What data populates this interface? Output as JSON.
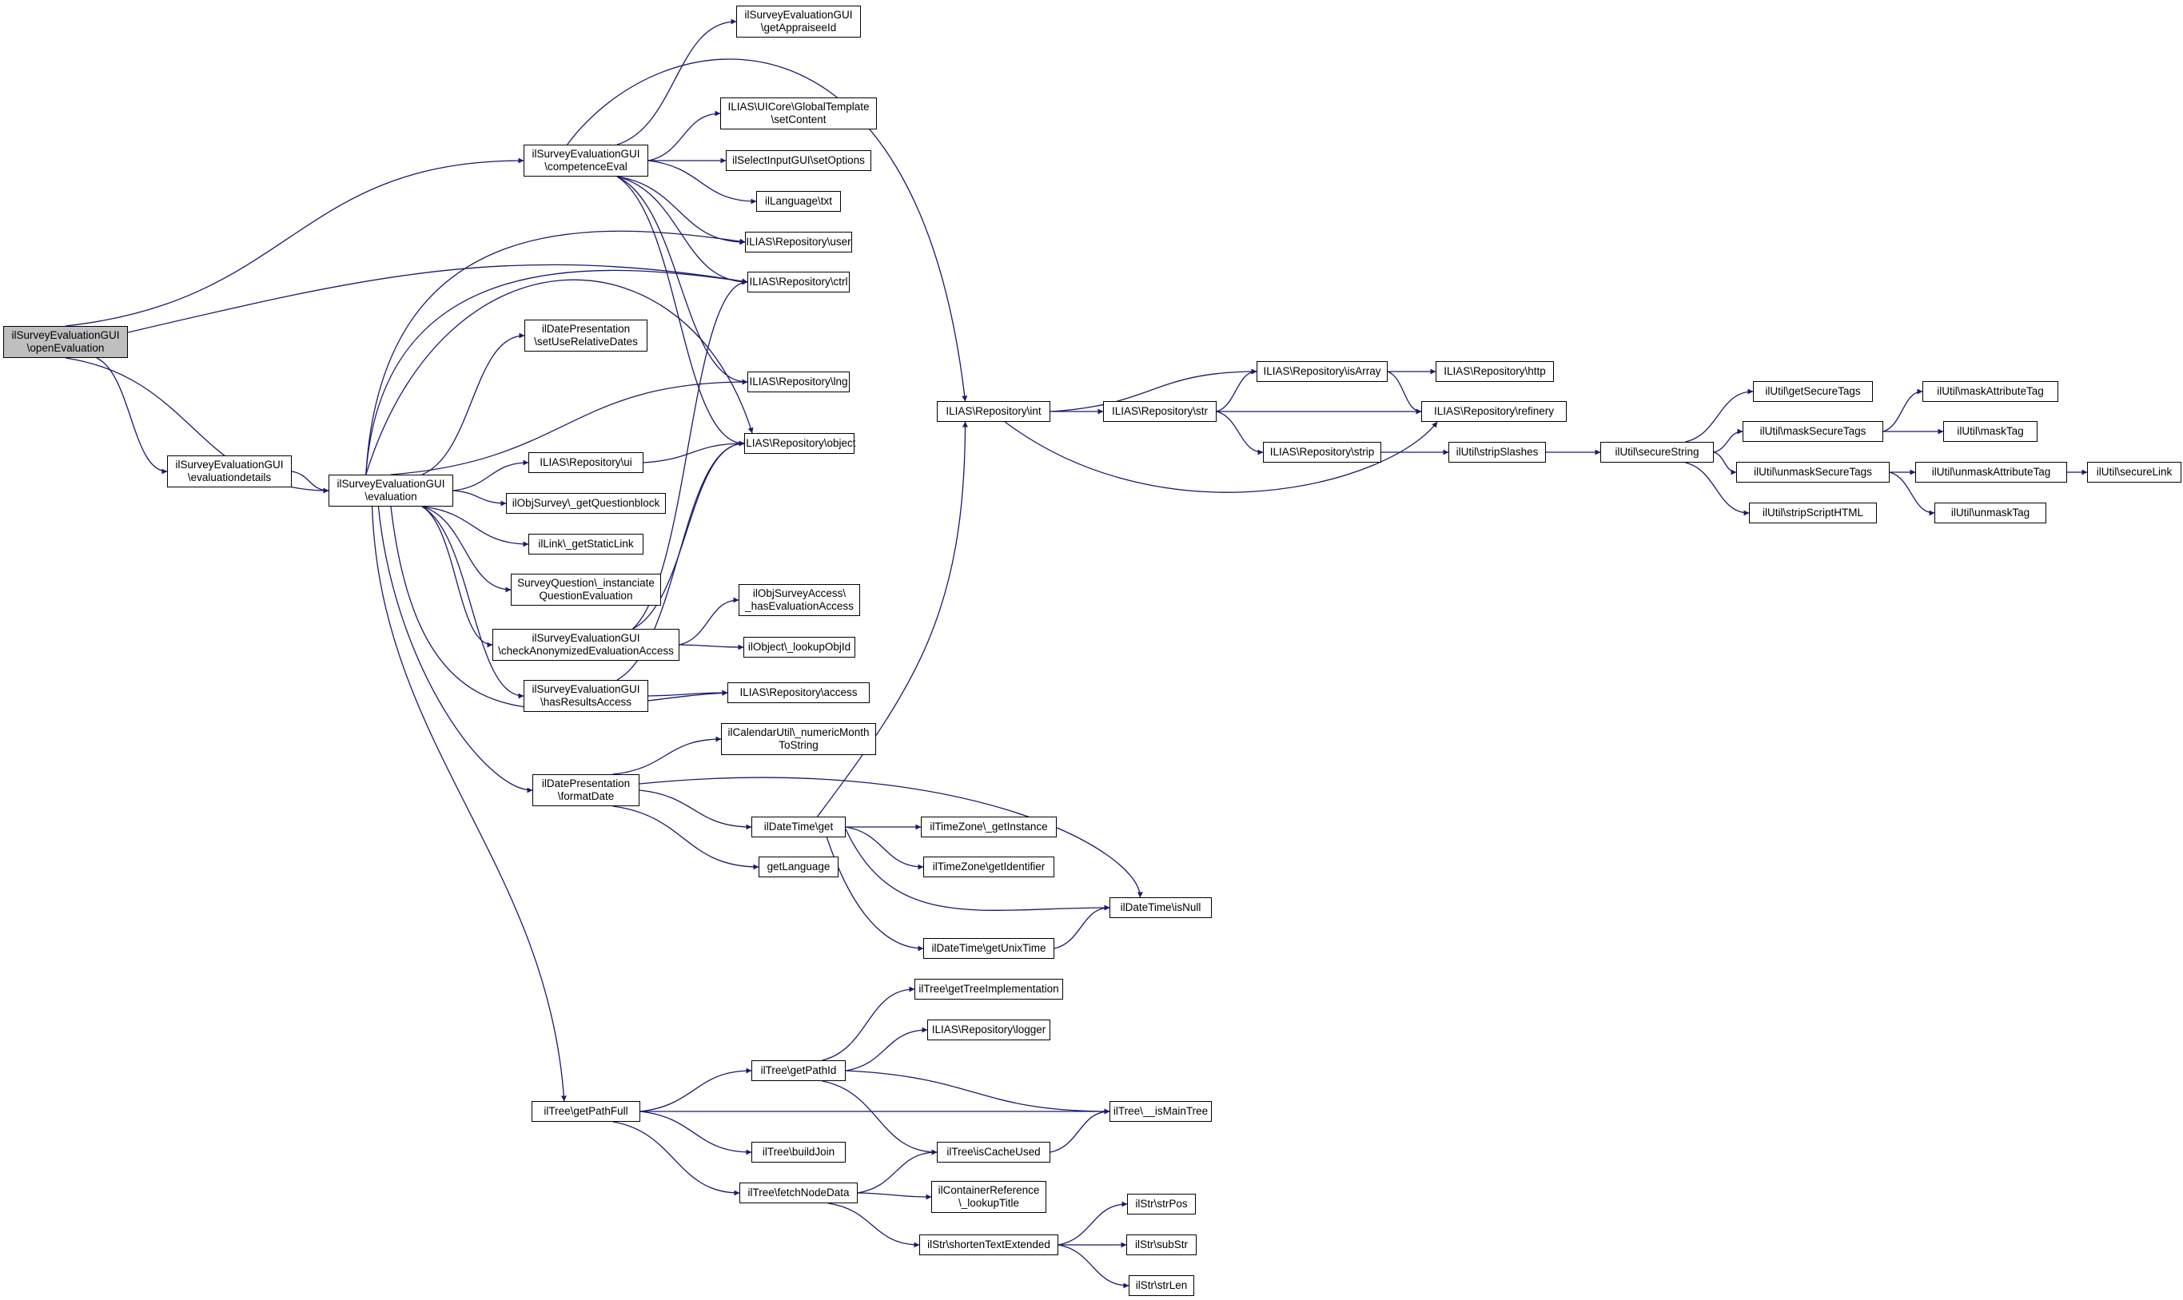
{
  "colors": {
    "edge": "#191970",
    "node_border": "#000000",
    "node_fill": "#ffffff",
    "root_fill": "#bfbfbf"
  },
  "nodes": [
    {
      "id": "openEvaluation",
      "lines": [
        "ilSurveyEvaluationGUI",
        "\\openEvaluation"
      ],
      "root": true
    },
    {
      "id": "evaluationdetails",
      "lines": [
        "ilSurveyEvaluationGUI",
        "\\evaluationdetails"
      ]
    },
    {
      "id": "evaluation",
      "lines": [
        "ilSurveyEvaluationGUI",
        "\\evaluation"
      ]
    },
    {
      "id": "competenceEval",
      "lines": [
        "ilSurveyEvaluationGUI",
        "\\competenceEval"
      ]
    },
    {
      "id": "getAppraiseeId",
      "lines": [
        "ilSurveyEvaluationGUI",
        "\\getAppraiseeId"
      ]
    },
    {
      "id": "setContent",
      "lines": [
        "ILIAS\\UICore\\GlobalTemplate",
        "\\setContent"
      ]
    },
    {
      "id": "setOptions",
      "lines": [
        "ilSelectInputGUI\\setOptions"
      ]
    },
    {
      "id": "txt",
      "lines": [
        "ilLanguage\\txt"
      ]
    },
    {
      "id": "user",
      "lines": [
        "ILIAS\\Repository\\user"
      ]
    },
    {
      "id": "ctrl",
      "lines": [
        "ILIAS\\Repository\\ctrl"
      ]
    },
    {
      "id": "setUseRelativeDates",
      "lines": [
        "ilDatePresentation",
        "\\setUseRelativeDates"
      ]
    },
    {
      "id": "lng",
      "lines": [
        "ILIAS\\Repository\\lng"
      ]
    },
    {
      "id": "object",
      "lines": [
        "ILIAS\\Repository\\object"
      ]
    },
    {
      "id": "ui",
      "lines": [
        "ILIAS\\Repository\\ui"
      ]
    },
    {
      "id": "getQuestionblock",
      "lines": [
        "ilObjSurvey\\_getQuestionblock"
      ]
    },
    {
      "id": "getStaticLink",
      "lines": [
        "ilLink\\_getStaticLink"
      ]
    },
    {
      "id": "instanciate",
      "lines": [
        "SurveyQuestion\\_instanciate",
        "QuestionEvaluation"
      ]
    },
    {
      "id": "checkAnon",
      "lines": [
        "ilSurveyEvaluationGUI",
        "\\checkAnonymizedEvaluationAccess"
      ]
    },
    {
      "id": "hasEvalAccess",
      "lines": [
        "ilObjSurveyAccess\\",
        "_hasEvaluationAccess"
      ]
    },
    {
      "id": "lookupObjId",
      "lines": [
        "ilObject\\_lookupObjId"
      ]
    },
    {
      "id": "hasResultsAccess",
      "lines": [
        "ilSurveyEvaluationGUI",
        "\\hasResultsAccess"
      ]
    },
    {
      "id": "access",
      "lines": [
        "ILIAS\\Repository\\access"
      ]
    },
    {
      "id": "numericMonth",
      "lines": [
        "ilCalendarUtil\\_numericMonth",
        "ToString"
      ]
    },
    {
      "id": "formatDate",
      "lines": [
        "ilDatePresentation",
        "\\formatDate"
      ]
    },
    {
      "id": "dtGet",
      "lines": [
        "ilDateTime\\get"
      ]
    },
    {
      "id": "getLanguage",
      "lines": [
        "getLanguage"
      ]
    },
    {
      "id": "getInstance",
      "lines": [
        "ilTimeZone\\_getInstance"
      ]
    },
    {
      "id": "getIdentifier",
      "lines": [
        "ilTimeZone\\getIdentifier"
      ]
    },
    {
      "id": "isNull",
      "lines": [
        "ilDateTime\\isNull"
      ]
    },
    {
      "id": "getUnixTime",
      "lines": [
        "ilDateTime\\getUnixTime"
      ]
    },
    {
      "id": "repoInt",
      "lines": [
        "ILIAS\\Repository\\int"
      ]
    },
    {
      "id": "repoStr",
      "lines": [
        "ILIAS\\Repository\\str"
      ]
    },
    {
      "id": "isArray",
      "lines": [
        "ILIAS\\Repository\\isArray"
      ]
    },
    {
      "id": "http",
      "lines": [
        "ILIAS\\Repository\\http"
      ]
    },
    {
      "id": "refinery",
      "lines": [
        "ILIAS\\Repository\\refinery"
      ]
    },
    {
      "id": "strip",
      "lines": [
        "ILIAS\\Repository\\strip"
      ]
    },
    {
      "id": "stripSlashes",
      "lines": [
        "ilUtil\\stripSlashes"
      ]
    },
    {
      "id": "secureString",
      "lines": [
        "ilUtil\\secureString"
      ]
    },
    {
      "id": "getSecureTags",
      "lines": [
        "ilUtil\\getSecureTags"
      ]
    },
    {
      "id": "maskSecureTags",
      "lines": [
        "ilUtil\\maskSecureTags"
      ]
    },
    {
      "id": "unmaskSecureTags",
      "lines": [
        "ilUtil\\unmaskSecureTags"
      ]
    },
    {
      "id": "stripScriptHTML",
      "lines": [
        "ilUtil\\stripScriptHTML"
      ]
    },
    {
      "id": "maskAttributeTag",
      "lines": [
        "ilUtil\\maskAttributeTag"
      ]
    },
    {
      "id": "maskTag",
      "lines": [
        "ilUtil\\maskTag"
      ]
    },
    {
      "id": "unmaskAttributeTag",
      "lines": [
        "ilUtil\\unmaskAttributeTag"
      ]
    },
    {
      "id": "unmaskTag",
      "lines": [
        "ilUtil\\unmaskTag"
      ]
    },
    {
      "id": "secureLink",
      "lines": [
        "ilUtil\\secureLink"
      ]
    },
    {
      "id": "getTreeImpl",
      "lines": [
        "ilTree\\getTreeImplementation"
      ]
    },
    {
      "id": "logger",
      "lines": [
        "ILIAS\\Repository\\logger"
      ]
    },
    {
      "id": "getPathId",
      "lines": [
        "ilTree\\getPathId"
      ]
    },
    {
      "id": "getPathFull",
      "lines": [
        "ilTree\\getPathFull"
      ]
    },
    {
      "id": "isMainTree",
      "lines": [
        "ilTree\\__isMainTree"
      ]
    },
    {
      "id": "buildJoin",
      "lines": [
        "ilTree\\buildJoin"
      ]
    },
    {
      "id": "isCacheUsed",
      "lines": [
        "ilTree\\isCacheUsed"
      ]
    },
    {
      "id": "fetchNodeData",
      "lines": [
        "ilTree\\fetchNodeData"
      ]
    },
    {
      "id": "lookupTitle",
      "lines": [
        "ilContainerReference",
        "\\_lookupTitle"
      ]
    },
    {
      "id": "shortenText",
      "lines": [
        "ilStr\\shortenTextExtended"
      ]
    },
    {
      "id": "strPos",
      "lines": [
        "ilStr\\strPos"
      ]
    },
    {
      "id": "subStr",
      "lines": [
        "ilStr\\subStr"
      ]
    },
    {
      "id": "strLen",
      "lines": [
        "ilStr\\strLen"
      ]
    }
  ],
  "edges": [
    [
      "openEvaluation",
      "competenceEval"
    ],
    [
      "openEvaluation",
      "ctrl"
    ],
    [
      "openEvaluation",
      "evaluationdetails"
    ],
    [
      "openEvaluation",
      "evaluation"
    ],
    [
      "evaluationdetails",
      "evaluation"
    ],
    [
      "competenceEval",
      "getAppraiseeId"
    ],
    [
      "competenceEval",
      "setContent"
    ],
    [
      "competenceEval",
      "setOptions"
    ],
    [
      "competenceEval",
      "txt"
    ],
    [
      "competenceEval",
      "user"
    ],
    [
      "competenceEval",
      "ctrl"
    ],
    [
      "competenceEval",
      "lng"
    ],
    [
      "competenceEval",
      "object"
    ],
    [
      "competenceEval",
      "repoInt"
    ],
    [
      "evaluation",
      "user"
    ],
    [
      "evaluation",
      "ctrl"
    ],
    [
      "evaluation",
      "setUseRelativeDates"
    ],
    [
      "evaluation",
      "lng"
    ],
    [
      "evaluation",
      "object"
    ],
    [
      "evaluation",
      "ui"
    ],
    [
      "evaluation",
      "getQuestionblock"
    ],
    [
      "evaluation",
      "getStaticLink"
    ],
    [
      "evaluation",
      "instanciate"
    ],
    [
      "evaluation",
      "checkAnon"
    ],
    [
      "evaluation",
      "hasResultsAccess"
    ],
    [
      "evaluation",
      "access"
    ],
    [
      "evaluation",
      "formatDate"
    ],
    [
      "evaluation",
      "getPathFull"
    ],
    [
      "ui",
      "object"
    ],
    [
      "checkAnon",
      "ctrl"
    ],
    [
      "checkAnon",
      "object"
    ],
    [
      "checkAnon",
      "hasEvalAccess"
    ],
    [
      "checkAnon",
      "lookupObjId"
    ],
    [
      "hasResultsAccess",
      "object"
    ],
    [
      "hasResultsAccess",
      "access"
    ],
    [
      "formatDate",
      "numericMonth"
    ],
    [
      "formatDate",
      "dtGet"
    ],
    [
      "formatDate",
      "getLanguage"
    ],
    [
      "formatDate",
      "isNull"
    ],
    [
      "dtGet",
      "repoInt"
    ],
    [
      "dtGet",
      "getInstance"
    ],
    [
      "dtGet",
      "getIdentifier"
    ],
    [
      "dtGet",
      "isNull"
    ],
    [
      "dtGet",
      "getUnixTime"
    ],
    [
      "getUnixTime",
      "isNull"
    ],
    [
      "repoInt",
      "isArray"
    ],
    [
      "repoInt",
      "repoStr"
    ],
    [
      "repoInt",
      "refinery"
    ],
    [
      "repoStr",
      "isArray"
    ],
    [
      "repoStr",
      "refinery"
    ],
    [
      "repoStr",
      "strip"
    ],
    [
      "isArray",
      "http"
    ],
    [
      "isArray",
      "refinery"
    ],
    [
      "strip",
      "stripSlashes"
    ],
    [
      "stripSlashes",
      "secureString"
    ],
    [
      "secureString",
      "getSecureTags"
    ],
    [
      "secureString",
      "maskSecureTags"
    ],
    [
      "secureString",
      "unmaskSecureTags"
    ],
    [
      "secureString",
      "stripScriptHTML"
    ],
    [
      "maskSecureTags",
      "maskAttributeTag"
    ],
    [
      "maskSecureTags",
      "maskTag"
    ],
    [
      "unmaskSecureTags",
      "unmaskAttributeTag"
    ],
    [
      "unmaskSecureTags",
      "unmaskTag"
    ],
    [
      "unmaskAttributeTag",
      "secureLink"
    ],
    [
      "getPathFull",
      "getPathId"
    ],
    [
      "getPathFull",
      "isMainTree"
    ],
    [
      "getPathFull",
      "buildJoin"
    ],
    [
      "getPathFull",
      "fetchNodeData"
    ],
    [
      "getPathId",
      "getTreeImpl"
    ],
    [
      "getPathId",
      "logger"
    ],
    [
      "getPathId",
      "isMainTree"
    ],
    [
      "getPathId",
      "isCacheUsed"
    ],
    [
      "isCacheUsed",
      "isMainTree"
    ],
    [
      "fetchNodeData",
      "isCacheUsed"
    ],
    [
      "fetchNodeData",
      "lookupTitle"
    ],
    [
      "fetchNodeData",
      "shortenText"
    ],
    [
      "shortenText",
      "strPos"
    ],
    [
      "shortenText",
      "subStr"
    ],
    [
      "shortenText",
      "strLen"
    ]
  ]
}
